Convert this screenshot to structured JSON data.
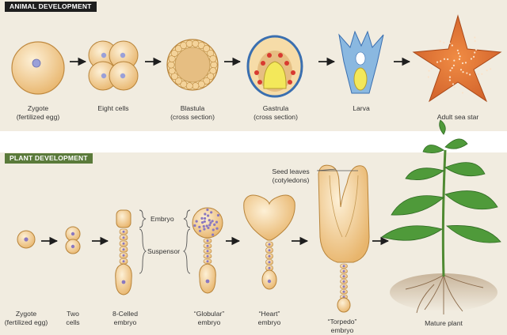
{
  "colors": {
    "panel_bg": "#f1ece0",
    "animal_header_bg": "#1e1e1e",
    "plant_header_bg": "#5a7a3a",
    "cell_fill": "#f1c98a",
    "cell_stroke": "#b8843a",
    "nucleus": "#9aa0d8",
    "sea_star": "#e07a3a",
    "leaf": "#4f9a3a",
    "soil": "#8a6a4a"
  },
  "animal": {
    "header": "ANIMAL DEVELOPMENT",
    "stages": [
      {
        "line1": "Zygote",
        "line2": "(fertilized egg)"
      },
      {
        "line1": "Eight cells",
        "line2": ""
      },
      {
        "line1": "Blastula",
        "line2": "(cross section)"
      },
      {
        "line1": "Gastrula",
        "line2": "(cross section)"
      },
      {
        "line1": "Larva",
        "line2": ""
      },
      {
        "line1": "Adult sea star",
        "line2": ""
      }
    ]
  },
  "plant": {
    "header": "PLANT DEVELOPMENT",
    "stages": [
      {
        "line1": "Zygote",
        "line2": "(fertilized egg)"
      },
      {
        "line1": "Two",
        "line2": "cells"
      },
      {
        "line1": "8-Celled",
        "line2": "embryo"
      },
      {
        "line1": "“Globular”",
        "line2": "embryo"
      },
      {
        "line1": "“Heart”",
        "line2": "embryo"
      },
      {
        "line1": "“Torpedo”",
        "line2": "embryo"
      },
      {
        "line1": "Mature plant",
        "line2": ""
      }
    ],
    "callouts": {
      "embryo": "Embryo",
      "suspensor": "Suspensor",
      "seed_leaves_1": "Seed leaves",
      "seed_leaves_2": "(cotyledons)"
    }
  }
}
